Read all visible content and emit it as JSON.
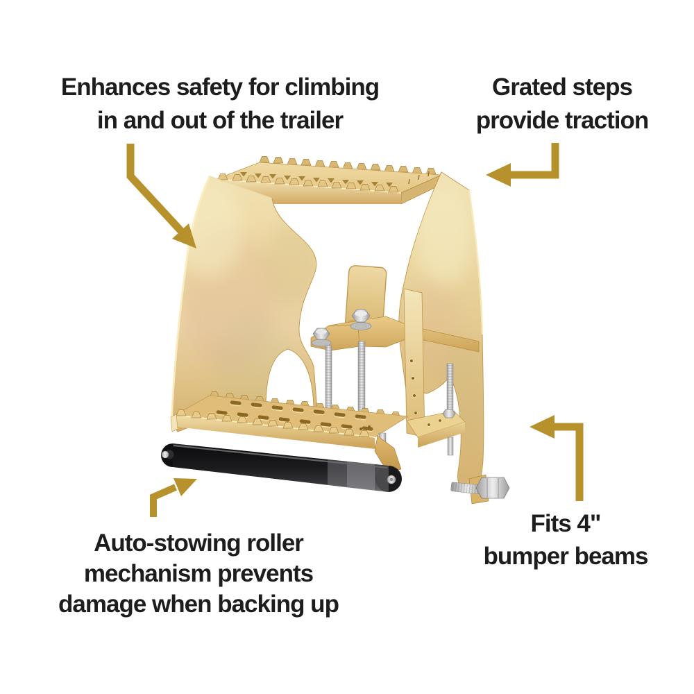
{
  "scene": {
    "background": "#ffffff"
  },
  "style": {
    "accent_gold": "#b6912c",
    "text_color": "#1d1d1d",
    "product_gold_light": "#f2e3b6",
    "product_gold": "#e2c386",
    "product_gold_deep": "#c79a4e",
    "roller_black": "#1b1b1e",
    "hardware_silver": "#c9c9c9"
  },
  "callouts": {
    "top_left": {
      "lines": [
        "Enhances safety for climbing",
        "in and out of the trailer"
      ]
    },
    "top_right": {
      "lines": [
        "Grated steps",
        "provide traction"
      ]
    },
    "bottom_left": {
      "lines": [
        "Auto-stowing roller",
        "mechanism prevents",
        "damage when backing up"
      ]
    },
    "bottom_right": {
      "lines": [
        "Fits 4\"",
        "bumper beams"
      ]
    }
  },
  "illustration": {
    "subject": "zinc-gold plated trailer bumper-mount step with serrated grated steps, center clamp bracket and black auto-stow roller"
  }
}
